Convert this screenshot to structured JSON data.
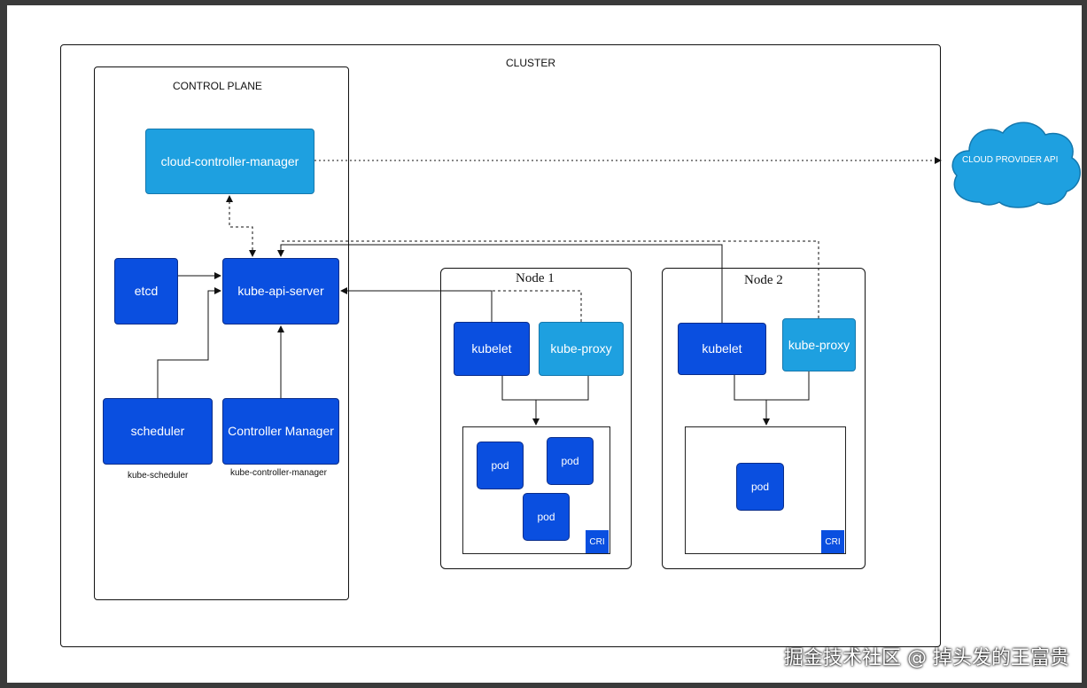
{
  "cluster": {
    "label": "CLUSTER"
  },
  "control_plane": {
    "label": "CONTROL PLANE",
    "cloud_controller_manager": "cloud-controller-manager",
    "etcd": "etcd",
    "kube_api_server": "kube-api-server",
    "scheduler": "scheduler",
    "scheduler_caption": "kube-scheduler",
    "controller_manager": "Controller Manager",
    "controller_manager_caption": "kube-controller-manager"
  },
  "cloud_provider": {
    "label": "CLOUD PROVIDER API"
  },
  "node1": {
    "title": "Node 1",
    "kubelet": "kubelet",
    "kube_proxy": "kube-proxy",
    "pods": [
      "pod",
      "pod",
      "pod"
    ],
    "cri": "CRI"
  },
  "node2": {
    "title": "Node 2",
    "kubelet": "kubelet",
    "kube_proxy": "kube-proxy",
    "pods": [
      "pod"
    ],
    "cri": "CRI"
  },
  "watermark": "掘金技术社区 @ 掉头发的王富贵",
  "colors": {
    "dark_component": "#0a4fe0",
    "light_component": "#1ea0e0",
    "cloud": "#1ea0e0"
  }
}
